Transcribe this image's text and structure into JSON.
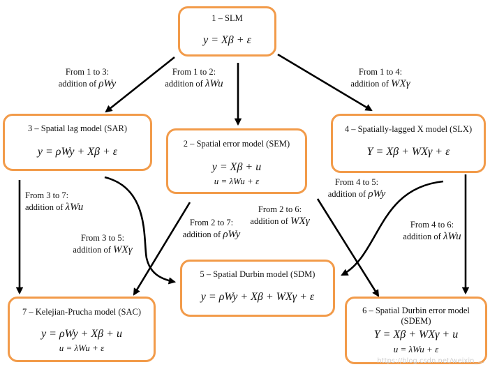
{
  "boxes": {
    "slm": {
      "title": "1 – SLM",
      "eq": "y = Xβ + ε"
    },
    "sar": {
      "title": "3 – Spatial lag model (SAR)",
      "eq": "y = ρWy + Xβ + ε"
    },
    "sem": {
      "title": "2 – Spatial error model (SEM)",
      "eq": "y = Xβ + u",
      "eq2": "u = λWu + ε"
    },
    "slx": {
      "title": "4 – Spatially-lagged X model (SLX)",
      "eq": "Y = Xβ + WXγ + ε"
    },
    "sdm": {
      "title": "5 – Spatial Durbin model (SDM)",
      "eq": "y = ρWy + Xβ + WXγ + ε"
    },
    "sac": {
      "title": "7 – Kelejian-Prucha model (SAC)",
      "eq": "y = ρWy + Xβ + u",
      "eq2": "u = λWu + ε"
    },
    "sdem": {
      "title": "6 – Spatial Durbin error model",
      "title2": "(SDEM)",
      "eq": "Y = Xβ + WXγ + u",
      "eq2": "u = λWu + ε"
    }
  },
  "edges": {
    "e13": {
      "from": "From 1 to 3:",
      "addition": "addition of",
      "term": "ρWy"
    },
    "e12": {
      "from": "From 1 to 2:",
      "addition": "addition of",
      "term": "λWu"
    },
    "e14": {
      "from": "From 1 to 4:",
      "addition": "addition of",
      "term": "WXγ"
    },
    "e37": {
      "from": "From 3 to 7:",
      "addition": "addition of",
      "term": "λWu"
    },
    "e35": {
      "from": "From 3 to 5:",
      "addition": "addition of",
      "term": "WXγ"
    },
    "e27": {
      "from": "From 2 to 7:",
      "addition": "addition of",
      "term": "ρWy"
    },
    "e26": {
      "from": "From 2 to 6:",
      "addition": "addition of",
      "term": "WXγ"
    },
    "e45": {
      "from": "From 4 to 5:",
      "addition": "addition of",
      "term": "ρWy"
    },
    "e46": {
      "from": "From 4 to 6:",
      "addition": "addition of",
      "term": "λWu"
    }
  },
  "watermark": "https://blog.csdn.net/weixin_..."
}
